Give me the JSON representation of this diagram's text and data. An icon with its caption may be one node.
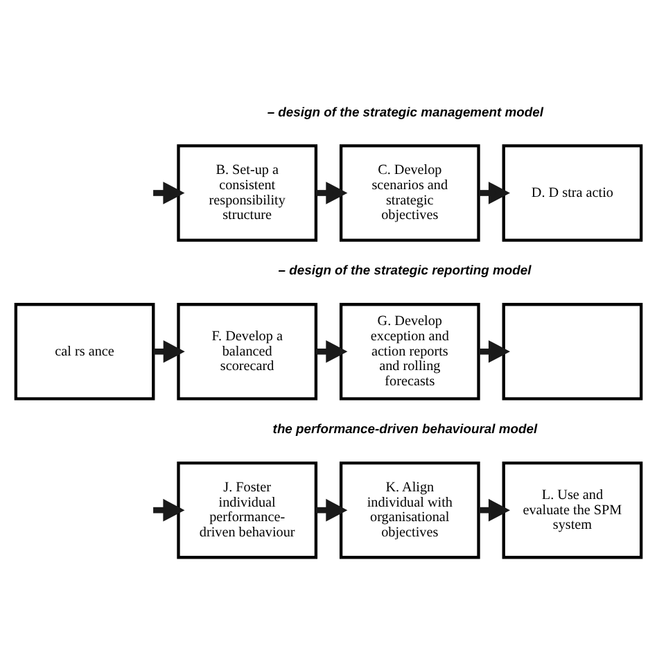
{
  "diagram": {
    "nodes": [
      {
        "text": [
          "B. Set-up a consistent responsibility structure"
        ]
      },
      {
        "text": [
          "C. Develop scenarios and strategic objectives"
        ]
      },
      {
        "text": [
          "D. D stra actio"
        ]
      },
      {
        "text": [
          "cal rs ance"
        ]
      },
      {
        "text": [
          "F. Develop a balanced scorecard"
        ]
      },
      {
        "text": [
          "G. Develop exception and action reports and rolling forecasts"
        ]
      },
      {
        "text": [],
        "shape": "box"
      },
      {
        "text": [
          "J. Foster individual performance-driven behaviour"
        ]
      },
      {
        "text": [
          "K. Align individual with organisational objectives"
        ]
      },
      {
        "text": [
          "L. Use and evaluate the SPM system"
        ]
      }
    ],
    "edges": [
      {
        "from": null,
        "to": 0,
        "arrow": "to"
      },
      {
        "from": 0,
        "to": 1,
        "arrow": "to"
      },
      {
        "from": 1,
        "to": 2,
        "arrow": "to"
      },
      {
        "from": 3,
        "to": 4,
        "arrow": "to"
      },
      {
        "from": 4,
        "to": 5,
        "arrow": "to"
      },
      {
        "from": 5,
        "to": 6,
        "arrow": "to"
      },
      {
        "from": null,
        "to": 7,
        "arrow": "to"
      },
      {
        "from": 7,
        "to": 8,
        "arrow": "to"
      },
      {
        "from": 8,
        "to": 9,
        "arrow": "to"
      }
    ],
    "labels": [
      "– design of the strategic management model",
      "– design of the strategic reporting model",
      "the performance-driven behavioural model"
    ]
  }
}
